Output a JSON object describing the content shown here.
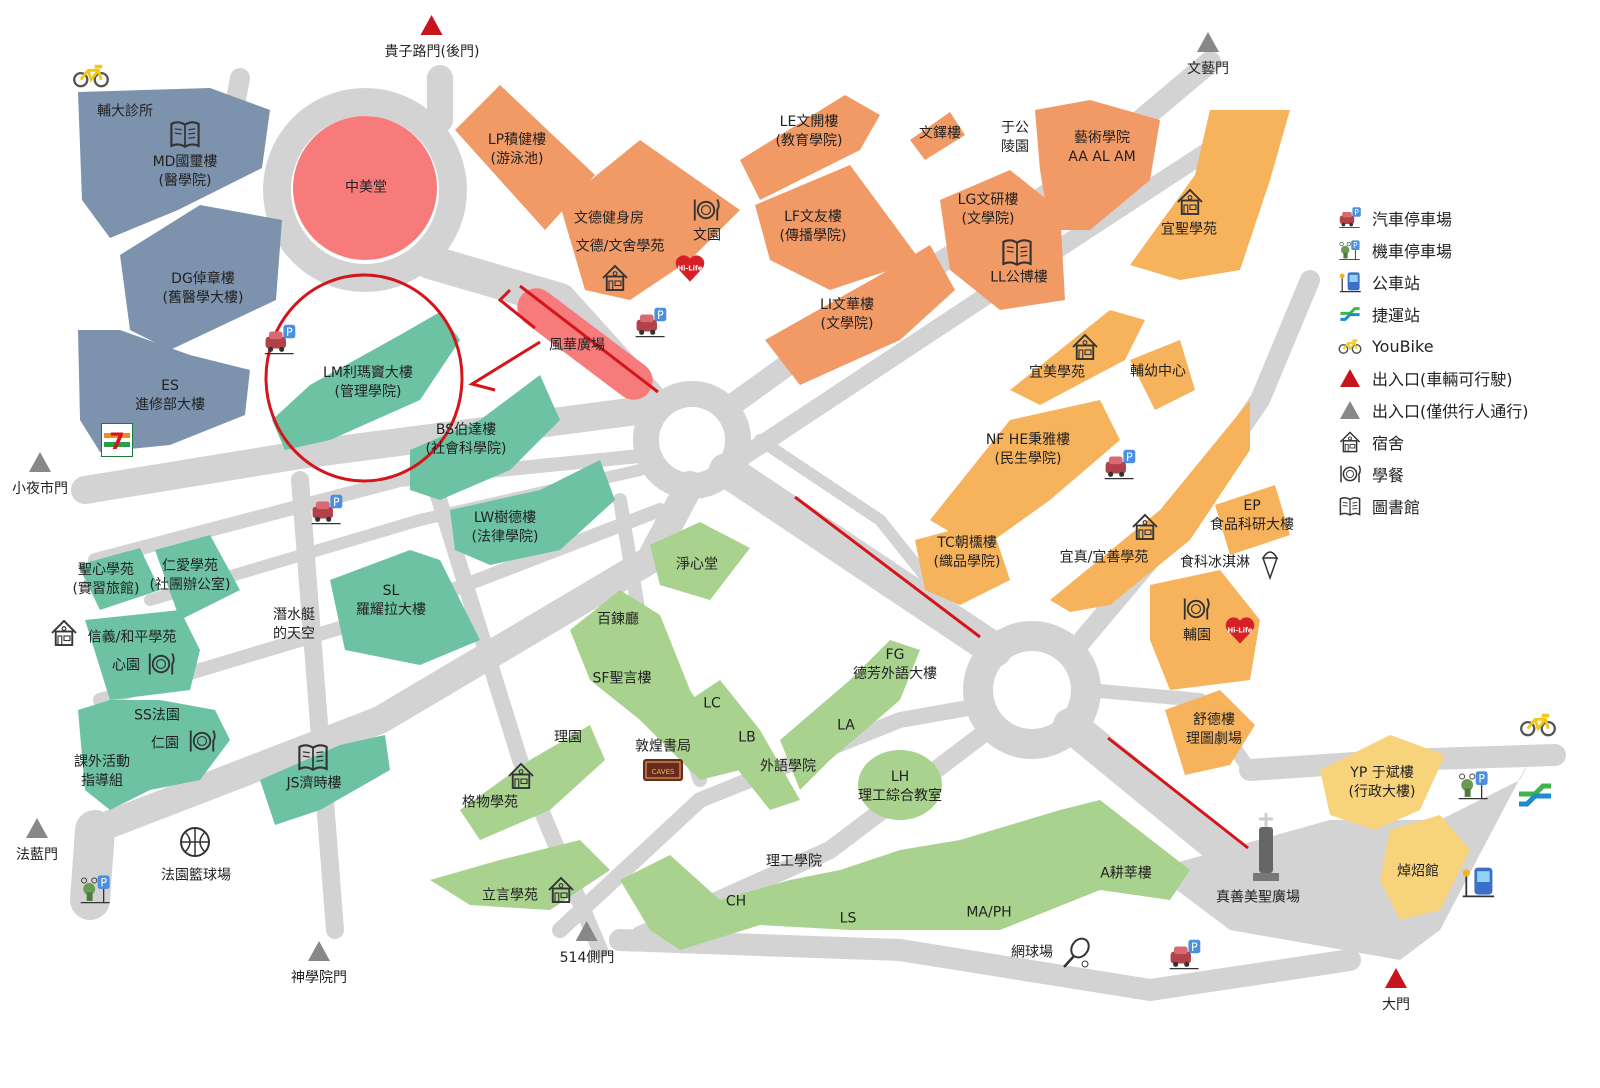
{
  "colors": {
    "road": "#d3d3d3",
    "medicine": "#7d93ad",
    "hall": "#f77b7b",
    "arts": "#f19a66",
    "social": "#f7b25c",
    "admin": "#f7d37c",
    "management": "#6cc2a3",
    "science": "#a8d28d",
    "annotation": "#d4161c"
  },
  "gates": [
    {
      "label": "貴子路門(後門)",
      "type": "vehicle"
    },
    {
      "label": "文藝門",
      "type": "pedestrian"
    },
    {
      "label": "小夜市門",
      "type": "pedestrian"
    },
    {
      "label": "法藍門",
      "type": "pedestrian"
    },
    {
      "label": "神學院門",
      "type": "pedestrian"
    },
    {
      "label": "514側門",
      "type": "pedestrian"
    },
    {
      "label": "大門",
      "type": "vehicle"
    }
  ],
  "labels": [
    "輔大診所",
    "MD國璽樓\n(醫學院)",
    "中美堂",
    "DG倬章樓\n(舊醫學大樓)",
    "ES\n進修部大樓",
    "LM利瑪竇大樓\n(管理學院)",
    "BS伯達樓\n(社會科學院)",
    "風華廣場",
    "LP積健樓\n(游泳池)",
    "文德健身房",
    "文德/文舍學苑",
    "文園",
    "LE文開樓\n(教育學院)",
    "LF文友樓\n(傳播學院)",
    "LI文華樓\n(文學院)",
    "文鐸樓",
    "于公\n陵園",
    "藝術學院\nAA AL AM",
    "LG文研樓\n(文學院)",
    "LL公博樓",
    "宜聖學苑",
    "宜美學苑",
    "輔幼中心",
    "NF HE秉雅樓\n(民生學院)",
    "EP\n食品科研大樓",
    "TC朝櫄樓\n(織品學院)",
    "宜真/宜善學苑",
    "食科冰淇淋",
    "輔園",
    "舒德樓\n理圖劇場",
    "YP 于斌樓\n(行政大樓)",
    "焯炤館",
    "真善美聖廣場",
    "LW樹德樓\n(法律學院)",
    "淨心堂",
    "聖心學苑\n(實習旅館)",
    "仁愛學苑\n(社團辦公室)",
    "信義/和平學苑",
    "心園",
    "潛水艇\n的天空",
    "SL\n羅耀拉大樓",
    "百鍊廳",
    "SF聖言樓",
    "SS法園",
    "仁園",
    "課外活動\n指導組",
    "JS濟時樓",
    "理園",
    "敦煌書局",
    "格物學苑",
    "LC",
    "LB",
    "外語學院",
    "LA",
    "FG\n德芳外語大樓",
    "LH\n理工綜合教室",
    "立言學苑",
    "理工學院",
    "CH",
    "LS",
    "MA/PH",
    "A耕莘樓",
    "網球場",
    "法園籃球場"
  ],
  "legend": [
    {
      "icon": "car-parking-icon",
      "label": "汽車停車場"
    },
    {
      "icon": "scooter-parking-icon",
      "label": "機車停車場"
    },
    {
      "icon": "bus-stop-icon",
      "label": "公車站"
    },
    {
      "icon": "mrt-icon",
      "label": "捷運站"
    },
    {
      "icon": "youbike-icon",
      "label": "YouBike"
    },
    {
      "icon": "red-triangle-icon",
      "label": "出入口(車輛可行駛)"
    },
    {
      "icon": "gray-triangle-icon",
      "label": "出入口(僅供行人通行)"
    },
    {
      "icon": "dorm-icon",
      "label": "宿舍"
    },
    {
      "icon": "dining-icon",
      "label": "學餐"
    },
    {
      "icon": "library-icon",
      "label": "圖書館"
    }
  ],
  "logos": {
    "seven_eleven": "7-ELEVEn",
    "hilife": "Hi-Life",
    "caves": "敦煌書局 CAVES BOOKS"
  }
}
